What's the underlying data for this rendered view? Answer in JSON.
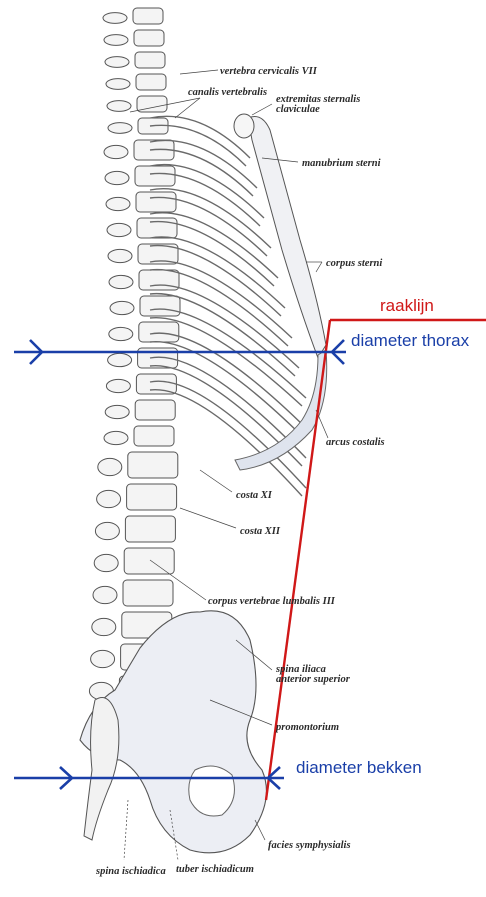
{
  "anatomy_labels": {
    "vertebra_cervicalis": "vertebra cervicalis VII",
    "canalis_vertebralis": "canalis vertebralis",
    "extremitas_line1": "extremitas sternalis",
    "extremitas_line2": "claviculae",
    "manubrium": "manubrium sterni",
    "corpus_sterni": "corpus sterni",
    "arcus_costalis": "arcus costalis",
    "costa_xi": "costa XI",
    "costa_xii": "costa XII",
    "corpus_vertebrae": "corpus vertebrae lumbalis III",
    "spina_iliaca_line1": "spina iliaca",
    "spina_iliaca_line2": "anterior superior",
    "promontorium": "promontorium",
    "facies_symphysialis": "facies symphysialis",
    "spina_ischiadica": "spina ischiadica",
    "tuber_ischiadicum": "tuber ischiadicum"
  },
  "overlay_labels": {
    "raaklijn": "raaklijn",
    "diameter_thorax": "diameter thorax",
    "diameter_bekken": "diameter bekken"
  },
  "colors": {
    "tangent_line": "#d01818",
    "diameter_lines": "#1a3fa8",
    "bone_outline": "#555555",
    "bone_fill": "#eef0f5",
    "label_text": "#2a2a2a"
  }
}
